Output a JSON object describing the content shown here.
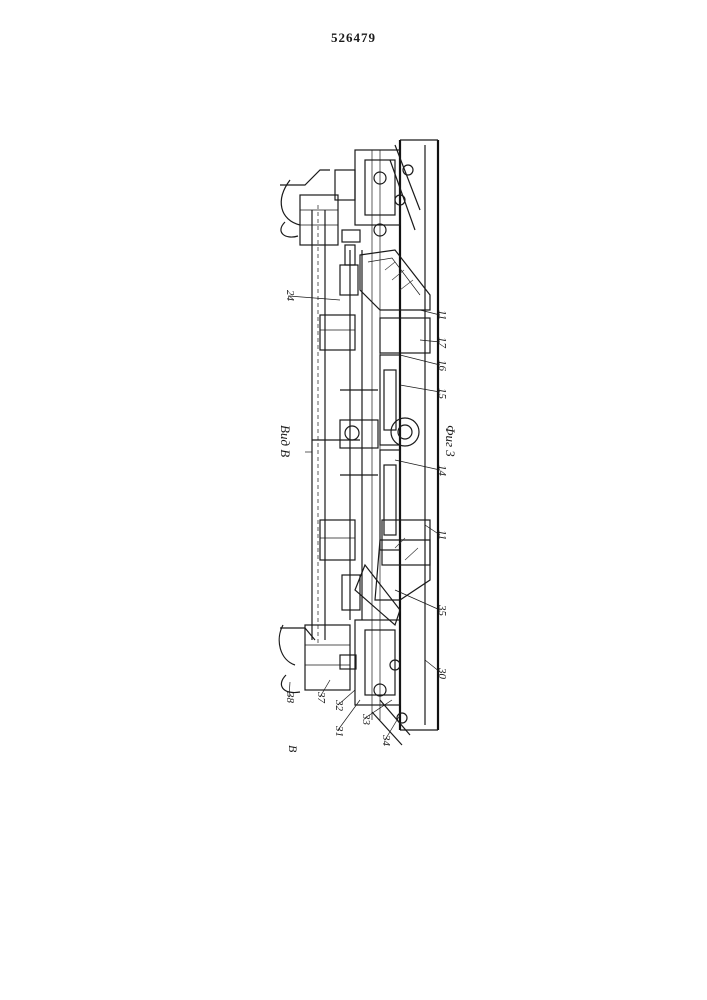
{
  "header": {
    "patent_number": "526479"
  },
  "figure": {
    "caption": "Фиг 3",
    "view_label": "Вид В",
    "section_mark": "В"
  },
  "callouts": [
    "11",
    "17",
    "16",
    "15",
    "14",
    "11",
    "35",
    "30",
    "34",
    "33",
    "31",
    "32",
    "37",
    "38",
    "24"
  ]
}
